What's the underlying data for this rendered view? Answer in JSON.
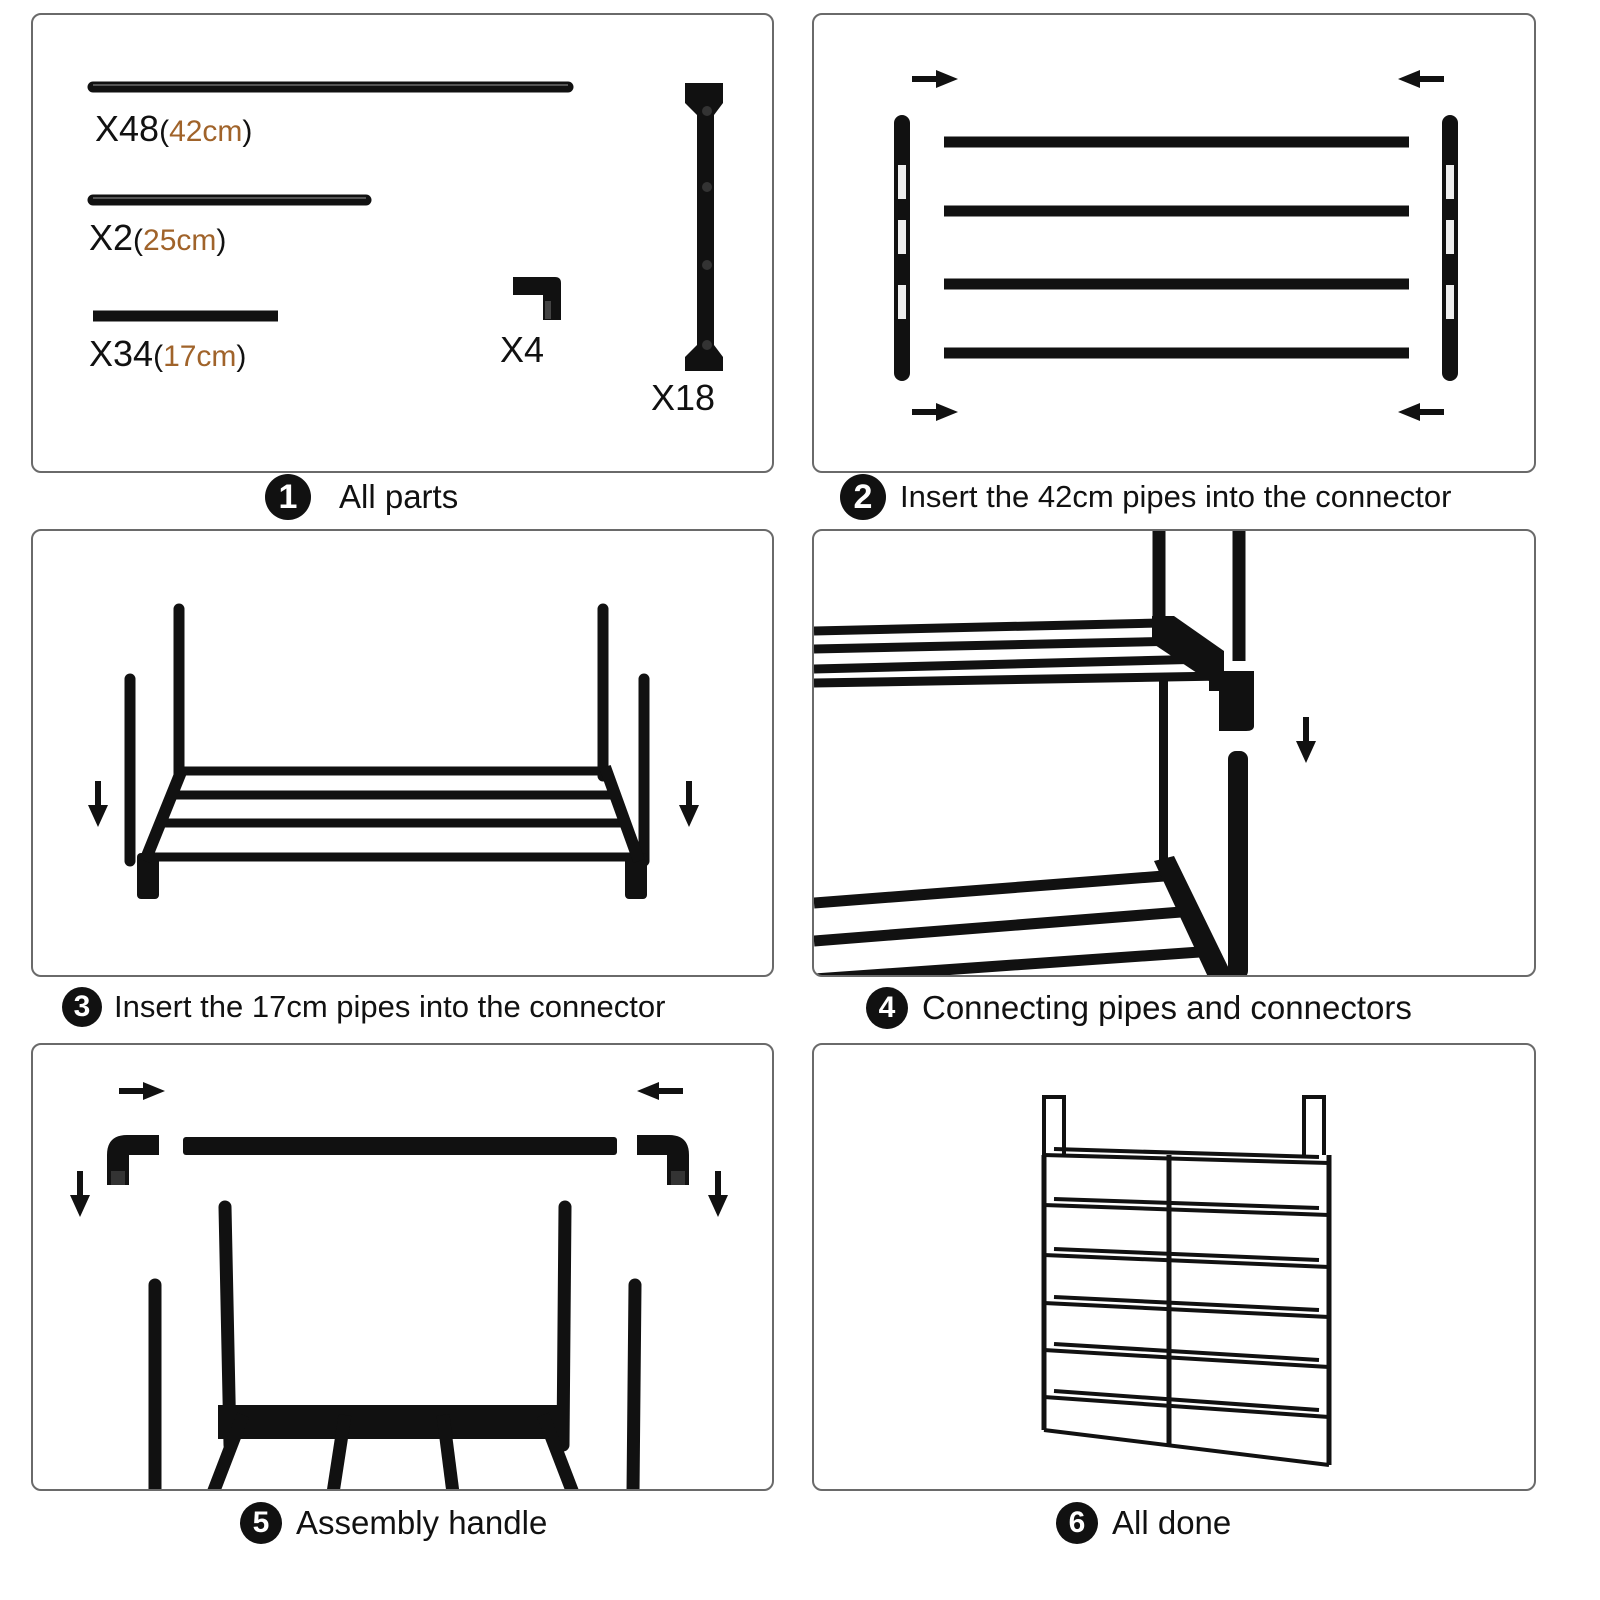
{
  "parts": {
    "pipe_42": {
      "qty": "X48",
      "length": "42cm"
    },
    "pipe_25": {
      "qty": "X2",
      "length": "25cm"
    },
    "pipe_17": {
      "qty": "X34",
      "length": "17cm"
    },
    "elbow": {
      "qty": "X4"
    },
    "connector": {
      "qty": "X18"
    }
  },
  "steps": [
    {
      "number": "1",
      "caption": "All parts"
    },
    {
      "number": "2",
      "caption": "Insert the 42cm pipes into the connector"
    },
    {
      "number": "3",
      "caption": "Insert the 17cm pipes into the connector"
    },
    {
      "number": "4",
      "caption": "Connecting pipes and connectors"
    },
    {
      "number": "5",
      "caption": "Assembly handle"
    },
    {
      "number": "6",
      "caption": "All done"
    }
  ],
  "colors": {
    "length_text": "#a0632a",
    "ink": "#111111",
    "border": "#6a6a6a"
  },
  "icons": [
    "arrow-right-icon",
    "arrow-left-icon",
    "arrow-down-icon"
  ]
}
